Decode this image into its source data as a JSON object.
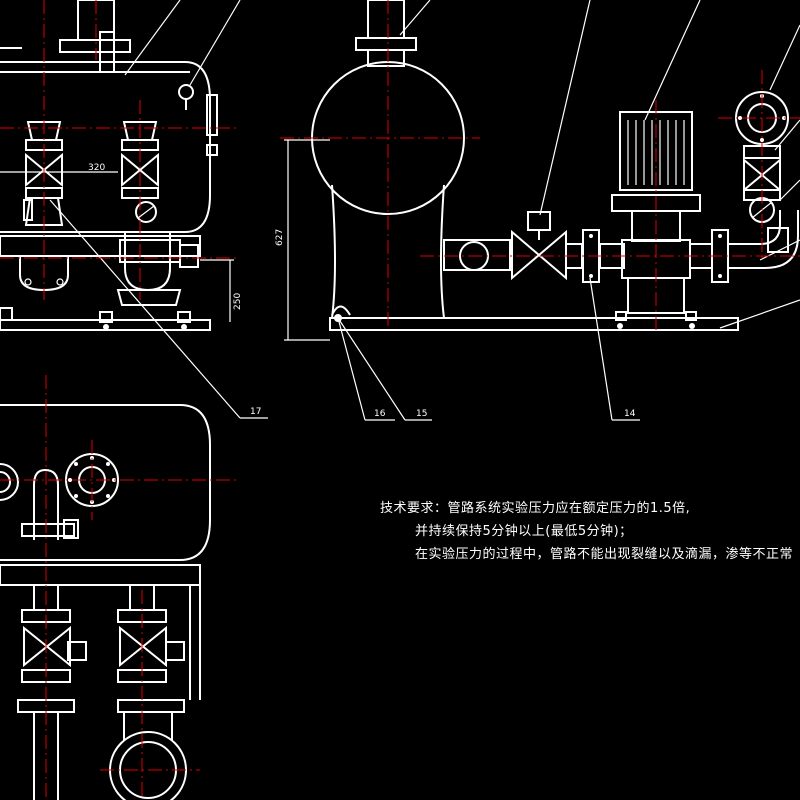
{
  "dimensions": {
    "d_320": "320",
    "d_627": "627",
    "d_250": "250"
  },
  "callouts": [
    "17",
    "16",
    "15",
    "14"
  ],
  "notes": {
    "line1": "技术要求：管路系统实验压力应在额定压力的1.5倍,",
    "line2": "并持续保持5分钟以上(最低5分钟)；",
    "line3": "在实验压力的过程中，管路不能出现裂缝以及滴漏，渗等不正常"
  },
  "colors": {
    "background": "#000000",
    "outline": "#ffffff",
    "centerline": "#e00000"
  }
}
